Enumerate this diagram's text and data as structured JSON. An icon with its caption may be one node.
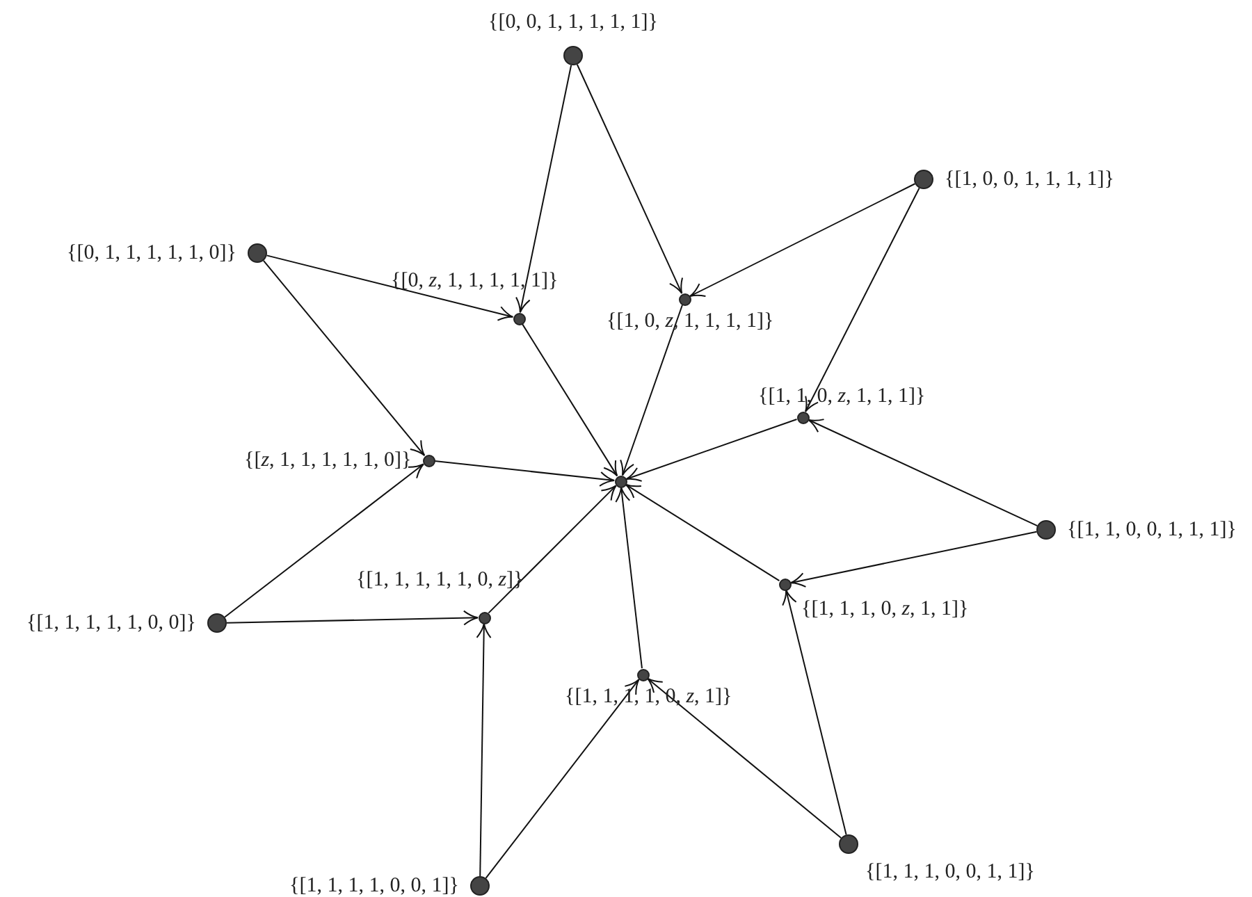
{
  "diagram": {
    "nodes": [
      {
        "text": [],
        "shape": "circle",
        "beside": [
          "{[0, 0, 1, 1, 1, 1, 1]}"
        ]
      },
      {
        "text": [],
        "shape": "circle",
        "beside": [
          "{[1, 0, 0, 1, 1, 1, 1]}"
        ]
      },
      {
        "text": [],
        "shape": "circle",
        "beside": [
          "{[0, 1, 1, 1, 1, 1, 0]}"
        ]
      },
      {
        "text": [],
        "shape": "circle",
        "beside": [
          "{[0, *z*, 1, 1, 1, 1, 1]}"
        ]
      },
      {
        "text": [],
        "shape": "circle",
        "beside": [
          "{[1, 0, *z*, 1, 1, 1, 1]}"
        ]
      },
      {
        "text": [],
        "shape": "circle",
        "beside": [
          "{[1, 1, 0, *z*, 1, 1, 1]}"
        ]
      },
      {
        "text": [],
        "shape": "circle",
        "beside": [
          "{[*z*, 1, 1, 1, 1, 1, 0]}"
        ]
      },
      {
        "text": [],
        "shape": "circle"
      },
      {
        "text": [],
        "shape": "circle",
        "beside": [
          "{[1, 1, 0, 0, 1, 1, 1]}"
        ]
      },
      {
        "text": [],
        "shape": "circle",
        "beside": [
          "{[1, 1, 1, 0, *z*, 1, 1]}"
        ]
      },
      {
        "text": [],
        "shape": "circle",
        "beside": [
          "{[1, 1, 1, 1, 1, 0, 0]}"
        ]
      },
      {
        "text": [],
        "shape": "circle",
        "beside": [
          "{[1, 1, 1, 1, 1, 0, *z*]}"
        ]
      },
      {
        "text": [],
        "shape": "circle",
        "beside": [
          "{[1, 1, 1, 1, 0, *z*, 1]}"
        ]
      },
      {
        "text": [],
        "shape": "circle",
        "beside": [
          "{[1, 1, 1, 0, 0, 1, 1]}"
        ]
      },
      {
        "text": [],
        "shape": "circle",
        "beside": [
          "{[1, 1, 1, 1, 0, 0, 1]}"
        ]
      }
    ],
    "edges": [
      {
        "from": 0,
        "to": 3,
        "arrow": "to"
      },
      {
        "from": 0,
        "to": 4,
        "arrow": "to"
      },
      {
        "from": 1,
        "to": 4,
        "arrow": "to"
      },
      {
        "from": 1,
        "to": 5,
        "arrow": "to"
      },
      {
        "from": 2,
        "to": 3,
        "arrow": "to"
      },
      {
        "from": 2,
        "to": 6,
        "arrow": "to"
      },
      {
        "from": 8,
        "to": 5,
        "arrow": "to"
      },
      {
        "from": 8,
        "to": 9,
        "arrow": "to"
      },
      {
        "from": 10,
        "to": 6,
        "arrow": "to"
      },
      {
        "from": 10,
        "to": 11,
        "arrow": "to"
      },
      {
        "from": 14,
        "to": 11,
        "arrow": "to"
      },
      {
        "from": 14,
        "to": 12,
        "arrow": "to"
      },
      {
        "from": 13,
        "to": 12,
        "arrow": "to"
      },
      {
        "from": 13,
        "to": 9,
        "arrow": "to"
      },
      {
        "from": 3,
        "to": 7,
        "arrow": "to"
      },
      {
        "from": 4,
        "to": 7,
        "arrow": "to"
      },
      {
        "from": 5,
        "to": 7,
        "arrow": "to"
      },
      {
        "from": 6,
        "to": 7,
        "arrow": "to"
      },
      {
        "from": 9,
        "to": 7,
        "arrow": "to"
      },
      {
        "from": 11,
        "to": 7,
        "arrow": "to"
      },
      {
        "from": 12,
        "to": 7,
        "arrow": "to"
      }
    ]
  }
}
